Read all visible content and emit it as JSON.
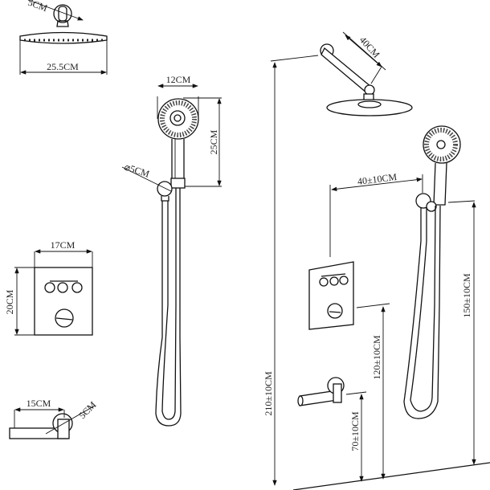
{
  "rain_head": {
    "arm_diameter": "5CM",
    "width": "25.5CM"
  },
  "hand_shower": {
    "head_width": "12CM",
    "length": "25CM",
    "holder_diameter": "⌀5CM"
  },
  "mixer": {
    "width": "17CM",
    "height": "20CM"
  },
  "spout": {
    "length": "15CM",
    "diameter": "5CM"
  },
  "installation": {
    "arm_length": "40CM",
    "hand_holder_offset": "40±10CM",
    "ceiling_height": "210±10CM",
    "holder_height": "150±10CM",
    "mixer_height": "120±10CM",
    "spout_height": "70±10CM"
  }
}
